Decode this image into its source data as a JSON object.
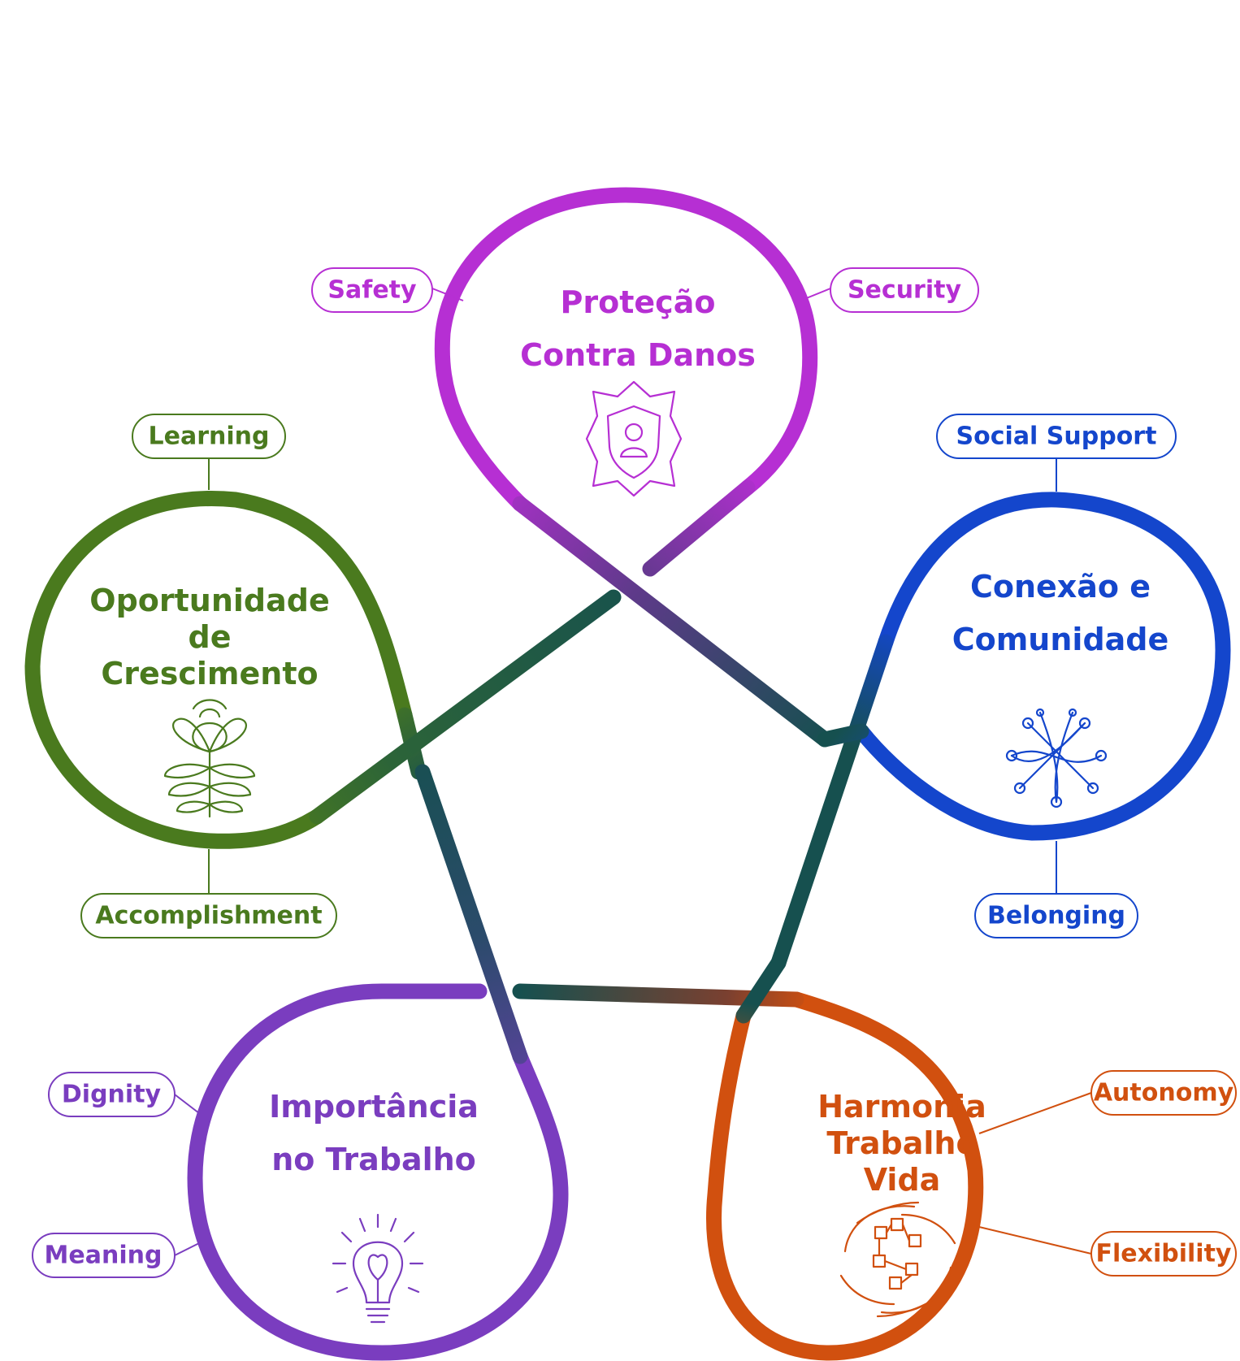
{
  "colors": {
    "protecao": "#b62fd3",
    "conexao": "#1446cc",
    "harmonia": "#d1500f",
    "importancia": "#7a3dbf",
    "oportunidade": "#4a7a1e",
    "center": "#16504f",
    "arrow": "#333333"
  },
  "loops": {
    "protecao": {
      "title_line1": "Proteção",
      "title_line2": "Contra Danos",
      "icon": "shield-person-icon",
      "labels": [
        "Safety",
        "Security"
      ]
    },
    "conexao": {
      "title_line1": "Conexão e",
      "title_line2": "Comunidade",
      "icon": "network-icon",
      "labels": [
        "Social Support",
        "Belonging"
      ]
    },
    "harmonia": {
      "title_line1": "Harmonia",
      "title_line2": "Trabalho",
      "title_line3": "Vida",
      "icon": "flow-blocks-icon",
      "labels": [
        "Autonomy",
        "Flexibility"
      ]
    },
    "importancia": {
      "title_line1": "Importância",
      "title_line2": "no Trabalho",
      "icon": "lightbulb-icon",
      "labels": [
        "Dignity",
        "Meaning"
      ]
    },
    "oportunidade": {
      "title_line1": "Oportunidade",
      "title_line2": "de",
      "title_line3": "Crescimento",
      "icon": "growing-plant-icon",
      "labels": [
        "Learning",
        "Accomplishment"
      ]
    }
  }
}
